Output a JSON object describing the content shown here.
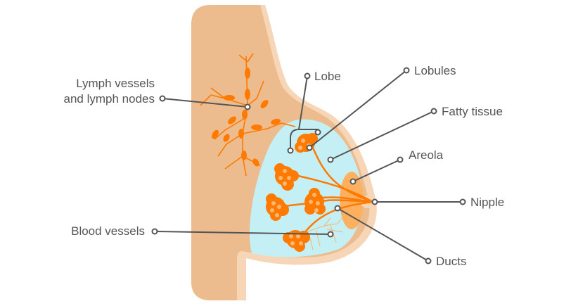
{
  "labels": {
    "lymph_line1": "Lymph vessels",
    "lymph_line2": "and lymph nodes",
    "lobe": "Lobe",
    "lobules": "Lobules",
    "fatty_tissue": "Fatty tissue",
    "areola": "Areola",
    "nipple": "Nipple",
    "ducts": "Ducts",
    "blood_vessels": "Blood vessels"
  },
  "colors": {
    "skin": "#ECBC8E",
    "skin_outline": "#F6D6B6",
    "fatty_tissue": "#C4EFF5",
    "gland": "#FF7A00",
    "areola": "#FDB060",
    "leader": "#555555"
  }
}
